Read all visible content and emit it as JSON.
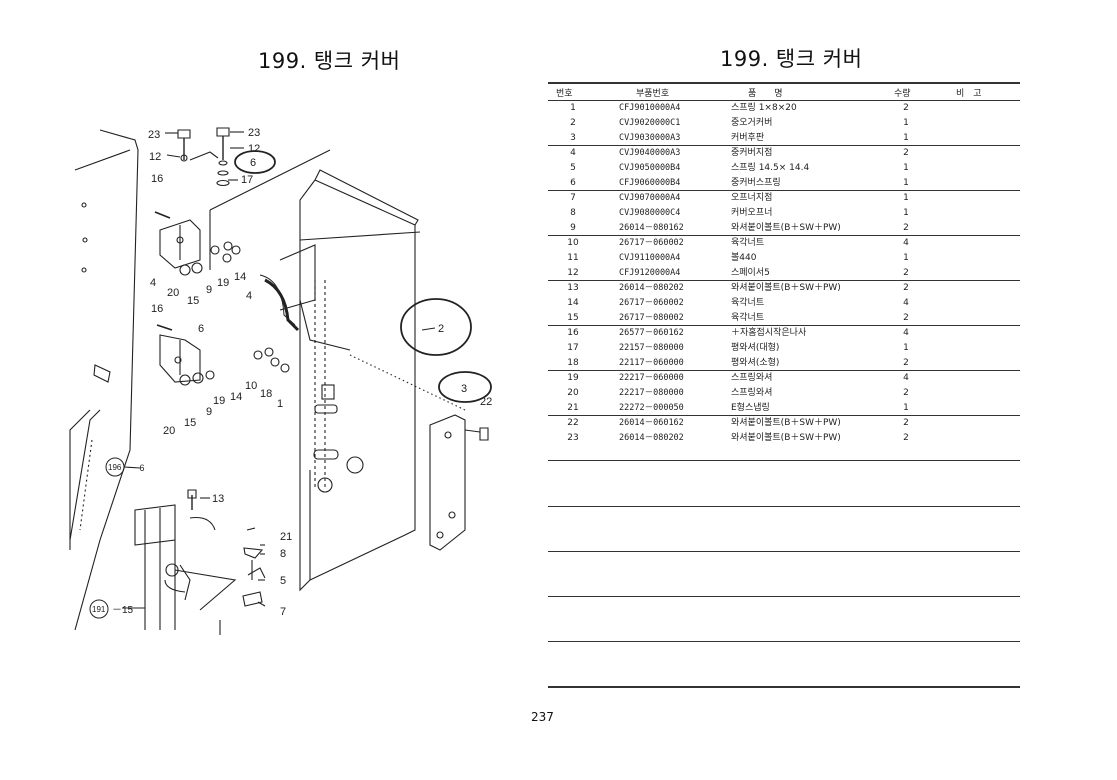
{
  "titles": {
    "left": "199. 탱크 커버",
    "right": "199. 탱크 커버"
  },
  "table": {
    "headers": {
      "no": "번호",
      "part": "부품번호",
      "name": "품　　명",
      "qty": "수량",
      "note": "비　고"
    },
    "rows": [
      {
        "no": "1",
        "part": "CFJ9010000A4",
        "name": "스프링 1×8×20",
        "qty": "2"
      },
      {
        "no": "2",
        "part": "CVJ9020000C1",
        "name": "중오거커버",
        "qty": "1"
      },
      {
        "no": "3",
        "part": "CVJ9030000A3",
        "name": "커버후판",
        "qty": "1"
      },
      {
        "no": "4",
        "part": "CVJ9040000A3",
        "name": "중커버지점",
        "qty": "2"
      },
      {
        "no": "5",
        "part": "CVJ9050000B4",
        "name": "스프링 14.5× 14.4",
        "qty": "1"
      },
      {
        "no": "6",
        "part": "CFJ9060000B4",
        "name": "중커버스프링",
        "qty": "1"
      },
      {
        "no": "7",
        "part": "CVJ9070000A4",
        "name": "오프너지점",
        "qty": "1"
      },
      {
        "no": "8",
        "part": "CVJ9080000C4",
        "name": "커버오프너",
        "qty": "1"
      },
      {
        "no": "9",
        "part": "26014－080162",
        "name": "와셔붙이볼트(B＋SW＋PW)",
        "qty": "2"
      },
      {
        "no": "10",
        "part": "26717－060002",
        "name": "육각너트",
        "qty": "4"
      },
      {
        "no": "11",
        "part": "CVJ9110000A4",
        "name": "볼440",
        "qty": "1"
      },
      {
        "no": "12",
        "part": "CFJ9120000A4",
        "name": "스페이서5",
        "qty": "2"
      },
      {
        "no": "13",
        "part": "26014－080202",
        "name": "와셔붙이볼트(B＋SW＋PW)",
        "qty": "2"
      },
      {
        "no": "14",
        "part": "26717－060002",
        "name": "육각너트",
        "qty": "4"
      },
      {
        "no": "15",
        "part": "26717－080002",
        "name": "육각너트",
        "qty": "2"
      },
      {
        "no": "16",
        "part": "26577－060162",
        "name": "＋자홈접시작은나사",
        "qty": "4"
      },
      {
        "no": "17",
        "part": "22157－080000",
        "name": "평와셔(대형)",
        "qty": "1"
      },
      {
        "no": "18",
        "part": "22117－060000",
        "name": "평와셔(소형)",
        "qty": "2"
      },
      {
        "no": "19",
        "part": "22217－060000",
        "name": "스프링와셔",
        "qty": "4"
      },
      {
        "no": "20",
        "part": "22217－080000",
        "name": "스프링와셔",
        "qty": "2"
      },
      {
        "no": "21",
        "part": "22272－000050",
        "name": "E형스냅링",
        "qty": "1"
      },
      {
        "no": "22",
        "part": "26014－060162",
        "name": "와셔붙이볼트(B＋SW＋PW)",
        "qty": "2"
      },
      {
        "no": "23",
        "part": "26014－080202",
        "name": "와셔붙이볼트(B＋SW＋PW)",
        "qty": "2"
      }
    ]
  },
  "diagram": {
    "labels": {
      "l23a": "23",
      "l23b": "23",
      "l12a": "12",
      "l12b": "12",
      "l6a": "6",
      "l17": "17",
      "l16a": "16",
      "l4a": "4",
      "l20a": "20",
      "l15a": "15",
      "l9a": "9",
      "l19a": "19",
      "l14a": "14",
      "l4b": "4",
      "l2": "2",
      "l16b": "16",
      "l6b": "6",
      "l10": "10",
      "l18": "18",
      "l1": "1",
      "l19b": "19",
      "l14b": "14",
      "l9b": "9",
      "l20b": "20",
      "l15b": "15",
      "l3": "3",
      "l22": "22",
      "l196": "196",
      "l196s": "－ 6",
      "l13": "13",
      "l21": "21",
      "l8": "8",
      "l5": "5",
      "l7": "7",
      "l191": "191",
      "l191s": "－15"
    }
  },
  "page_number": "237"
}
